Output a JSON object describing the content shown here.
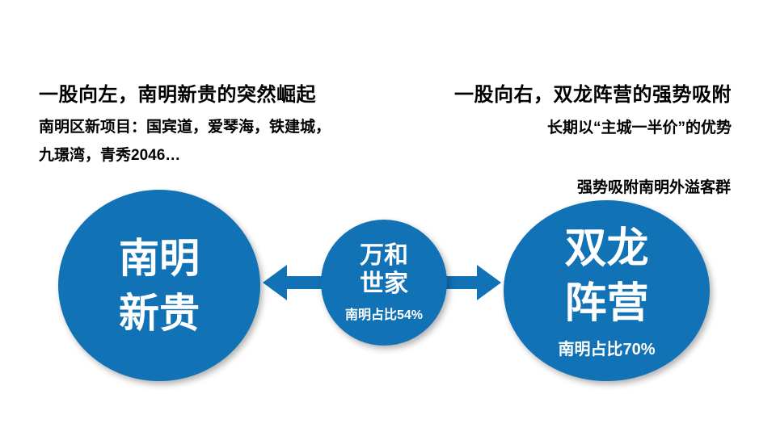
{
  "colors": {
    "primary_blue": "#1272B6",
    "circle_text": "#FFFFFF",
    "heading_text": "#000000"
  },
  "left_section": {
    "heading": "一股向左，南明新贵的突然崛起",
    "body_line1": "南明区新项目：国宾道，爱琴海，铁建城，",
    "body_line2": "九璟湾，青秀2046…"
  },
  "right_section": {
    "heading": "一股向右，双龙阵营的强势吸附",
    "subheading": "长期以“主城一半价”的优势",
    "note": "强势吸附南明外溢客群"
  },
  "diagram": {
    "left_circle": {
      "line1": "南明",
      "line2": "新贵"
    },
    "center_circle": {
      "line1": "万和",
      "line2": "世家",
      "stat": "南明占比54%"
    },
    "right_circle": {
      "line1": "双龙",
      "line2": "阵营",
      "stat": "南明占比70%"
    }
  }
}
